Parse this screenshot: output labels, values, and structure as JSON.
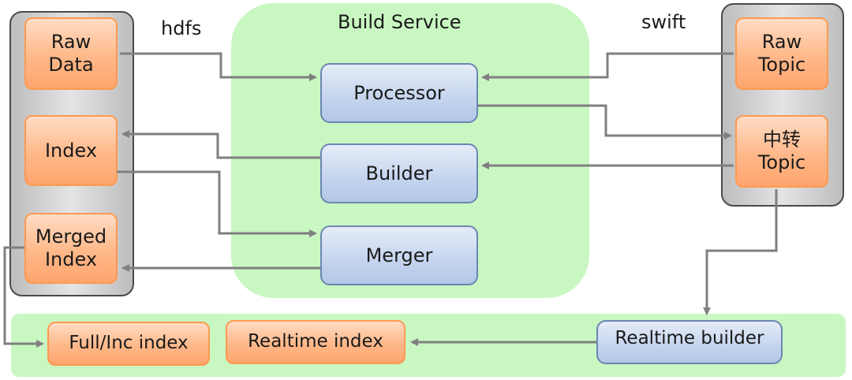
{
  "labels": {
    "hdfs": "hdfs",
    "build_service": "Build Service",
    "swift": "swift"
  },
  "left": {
    "raw_data_l1": "Raw",
    "raw_data_l2": "Data",
    "index": "Index",
    "merged_l1": "Merged",
    "merged_l2": "Index"
  },
  "service": {
    "processor": "Processor",
    "builder": "Builder",
    "merger": "Merger"
  },
  "right": {
    "raw_topic_l1": "Raw",
    "raw_topic_l2": "Topic",
    "topic2_label": "中转",
    "topic2_l2": "Topic"
  },
  "bottom": {
    "full_inc": "Full/Inc index",
    "realtime_index": "Realtime index",
    "realtime_builder": "Realtime builder"
  },
  "colors": {
    "arrow": "#7f7f7f",
    "green_bg": "#c9f7c2",
    "orange_border": "#ff9a52",
    "blue_border": "#6b86b3"
  }
}
